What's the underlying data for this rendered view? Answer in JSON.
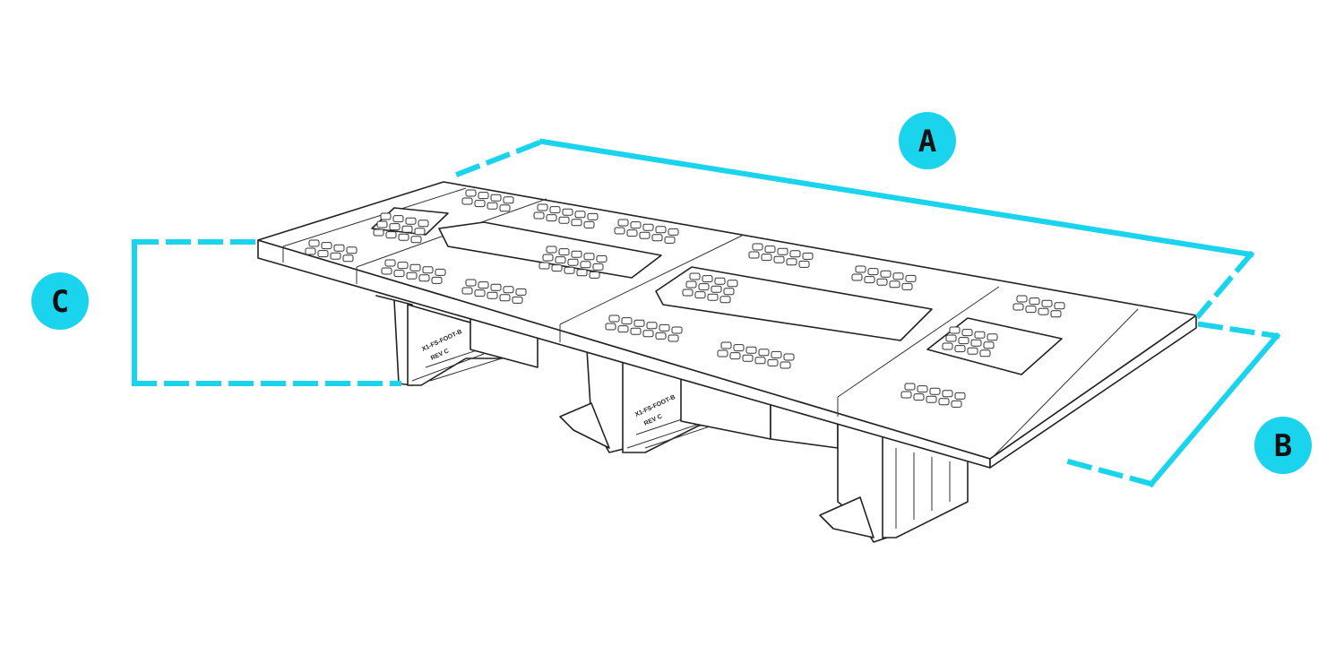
{
  "title": "Table dimension diagram",
  "colors": {
    "dimension": "#1ad4ee",
    "outline": "#222222",
    "background": "#ffffff"
  },
  "dimensions": [
    {
      "id": "A",
      "label": "A",
      "meaning": "length"
    },
    {
      "id": "B",
      "label": "B",
      "meaning": "depth"
    },
    {
      "id": "C",
      "label": "C",
      "meaning": "height"
    }
  ],
  "part_markings": [
    {
      "line1": "X1-FS-FOOT-B",
      "line2": "REV C"
    },
    {
      "line1": "X1-FS-FOOT-B",
      "line2": "REV C"
    }
  ]
}
